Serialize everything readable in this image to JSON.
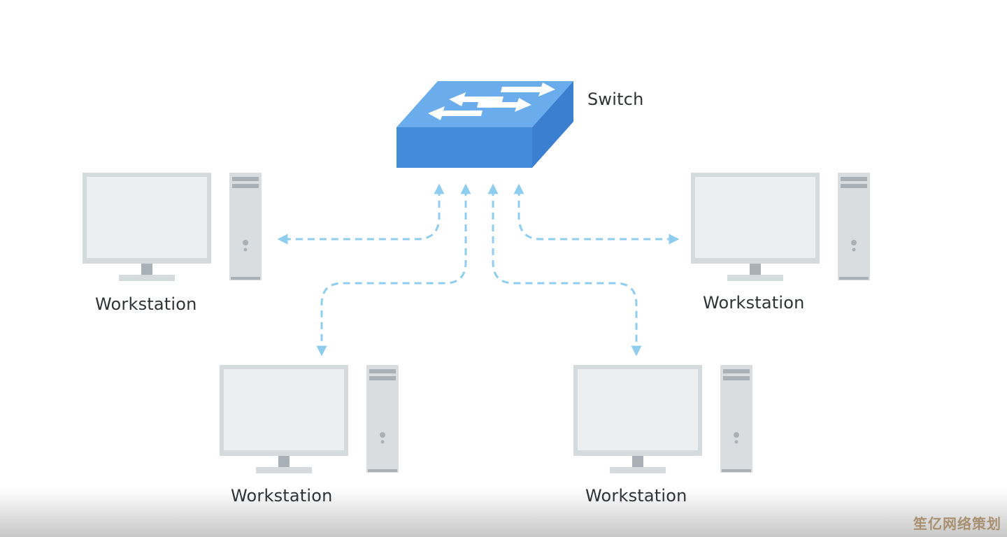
{
  "diagram": {
    "switch": {
      "label": "Switch",
      "color_front": "#428bdb",
      "color_top": "#6aacec",
      "color_side": "#3a7fd0"
    },
    "workstations": [
      {
        "id": "ws-top-left",
        "label": "Workstation"
      },
      {
        "id": "ws-top-right",
        "label": "Workstation"
      },
      {
        "id": "ws-bottom-left",
        "label": "Workstation"
      },
      {
        "id": "ws-bottom-right",
        "label": "Workstation"
      }
    ],
    "connections": [
      {
        "from": "switch",
        "to": "ws-top-left",
        "style": "dashed-bidirectional"
      },
      {
        "from": "switch",
        "to": "ws-bottom-left",
        "style": "dashed-bidirectional"
      },
      {
        "from": "switch",
        "to": "ws-bottom-right",
        "style": "dashed-bidirectional"
      },
      {
        "from": "switch",
        "to": "ws-top-right",
        "style": "dashed-bidirectional"
      }
    ],
    "link_color": "#8fcdef",
    "device_color": "#d5dadd"
  },
  "watermark": "笙亿网络策划"
}
